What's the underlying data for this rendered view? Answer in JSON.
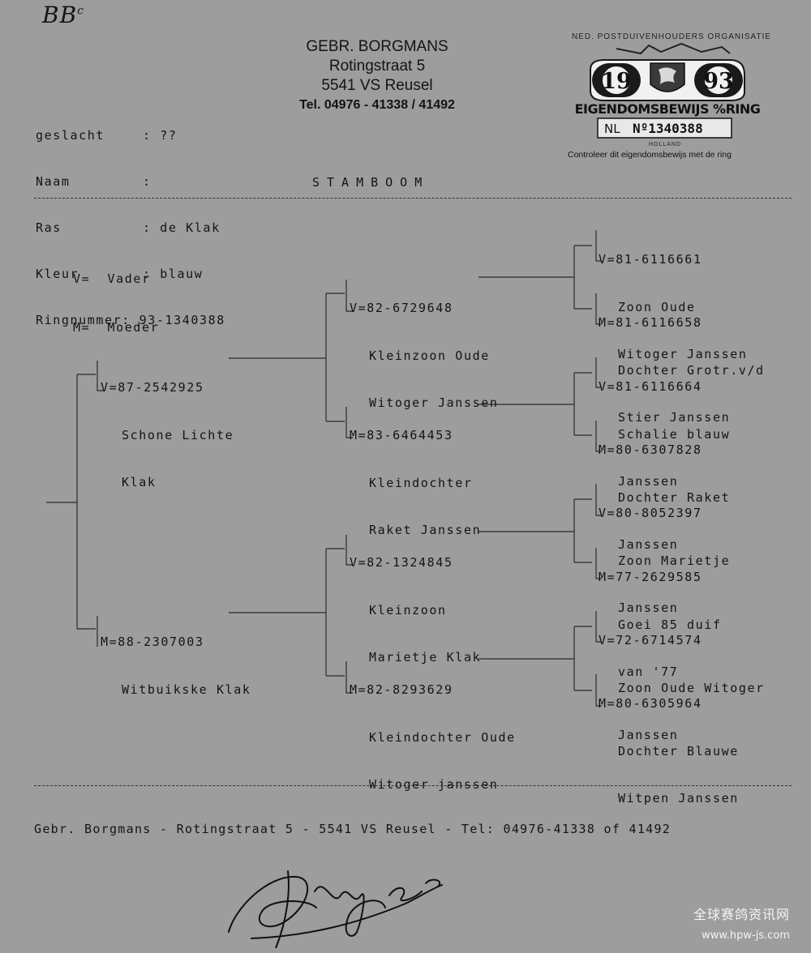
{
  "handwritten_note": {
    "main": "BB",
    "sup": "c"
  },
  "company": {
    "name": "GEBR. BORGMANS",
    "street": "Rotingstraat 5",
    "city": "5541 VS Reusel",
    "tel": "Tel. 04976 - 41338 / 41492"
  },
  "info": [
    {
      "label": "geslacht",
      "sep": ":",
      "value": "??"
    },
    {
      "label": "Naam",
      "sep": ":",
      "value": ""
    },
    {
      "label": "Ras",
      "sep": ":",
      "value": "de Klak"
    },
    {
      "label": "Kleur",
      "sep": ":",
      "value": "blauw"
    },
    {
      "label": "Ringnummer:",
      "sep": "",
      "value": "93-1340388"
    }
  ],
  "document_title": "STAMBOOM",
  "legend": [
    {
      "key": "V=",
      "value": "Vader"
    },
    {
      "key": "M=",
      "value": "Moeder"
    }
  ],
  "stamp": {
    "org": "NED. POSTDUIVENHOUDERS ORGANISATIE",
    "year_left": "19",
    "year_right": "93",
    "title": "EIGENDOMSBEWIJS %RING",
    "country": "NL",
    "number": "Nº1340388",
    "holland": "HOLLAND",
    "note": "Controleer dit eigendomsbewijs met de ring"
  },
  "pedigree": {
    "father": {
      "code": "V=87-2542925",
      "name1": "Schone Lichte",
      "name2": "Klak"
    },
    "mother": {
      "code": "M=88-2307003",
      "name1": "Witbuikske Klak",
      "name2": ""
    },
    "ff": {
      "code": "V=82-6729648",
      "name1": "Kleinzoon Oude",
      "name2": "Witoger Janssen"
    },
    "fm": {
      "code": "M=83-6464453",
      "name1": "Kleindochter",
      "name2": "Raket Janssen"
    },
    "mf": {
      "code": "V=82-1324845",
      "name1": "Kleinzoon",
      "name2": "Marietje Klak"
    },
    "mm": {
      "code": "M=82-8293629",
      "name1": "Kleindochter Oude",
      "name2": "Witoger janssen"
    },
    "fff": {
      "code": "V=81-6116661",
      "name1": "Zoon Oude",
      "name2": "Witoger Janssen"
    },
    "ffm": {
      "code": "M=81-6116658",
      "name1": "Dochter Grotr.v/d",
      "name2": "Stier Janssen"
    },
    "fmf": {
      "code": "V=81-6116664",
      "name1": "Schalie blauw",
      "name2": "Janssen"
    },
    "fmm": {
      "code": "M=80-6307828",
      "name1": "Dochter Raket",
      "name2": "Janssen"
    },
    "mff": {
      "code": "V=80-8052397",
      "name1": "Zoon Marietje",
      "name2": "Janssen"
    },
    "mfm": {
      "code": "M=77-2629585",
      "name1": "Goei 85 duif",
      "name2": "van '77"
    },
    "mmf": {
      "code": "V=72-6714574",
      "name1": "Zoon Oude Witoger",
      "name2": "Janssen"
    },
    "mmm": {
      "code": "M=80-6305964",
      "name1": "Dochter Blauwe",
      "name2": "Witpen Janssen"
    }
  },
  "footer": "Gebr. Borgmans - Rotingstraat 5 - 5541 VS Reusel - Tel: 04976-41338 of 41492",
  "watermark": {
    "cn": "全球赛鸽资讯网",
    "url": "www.hpw-js.com"
  }
}
